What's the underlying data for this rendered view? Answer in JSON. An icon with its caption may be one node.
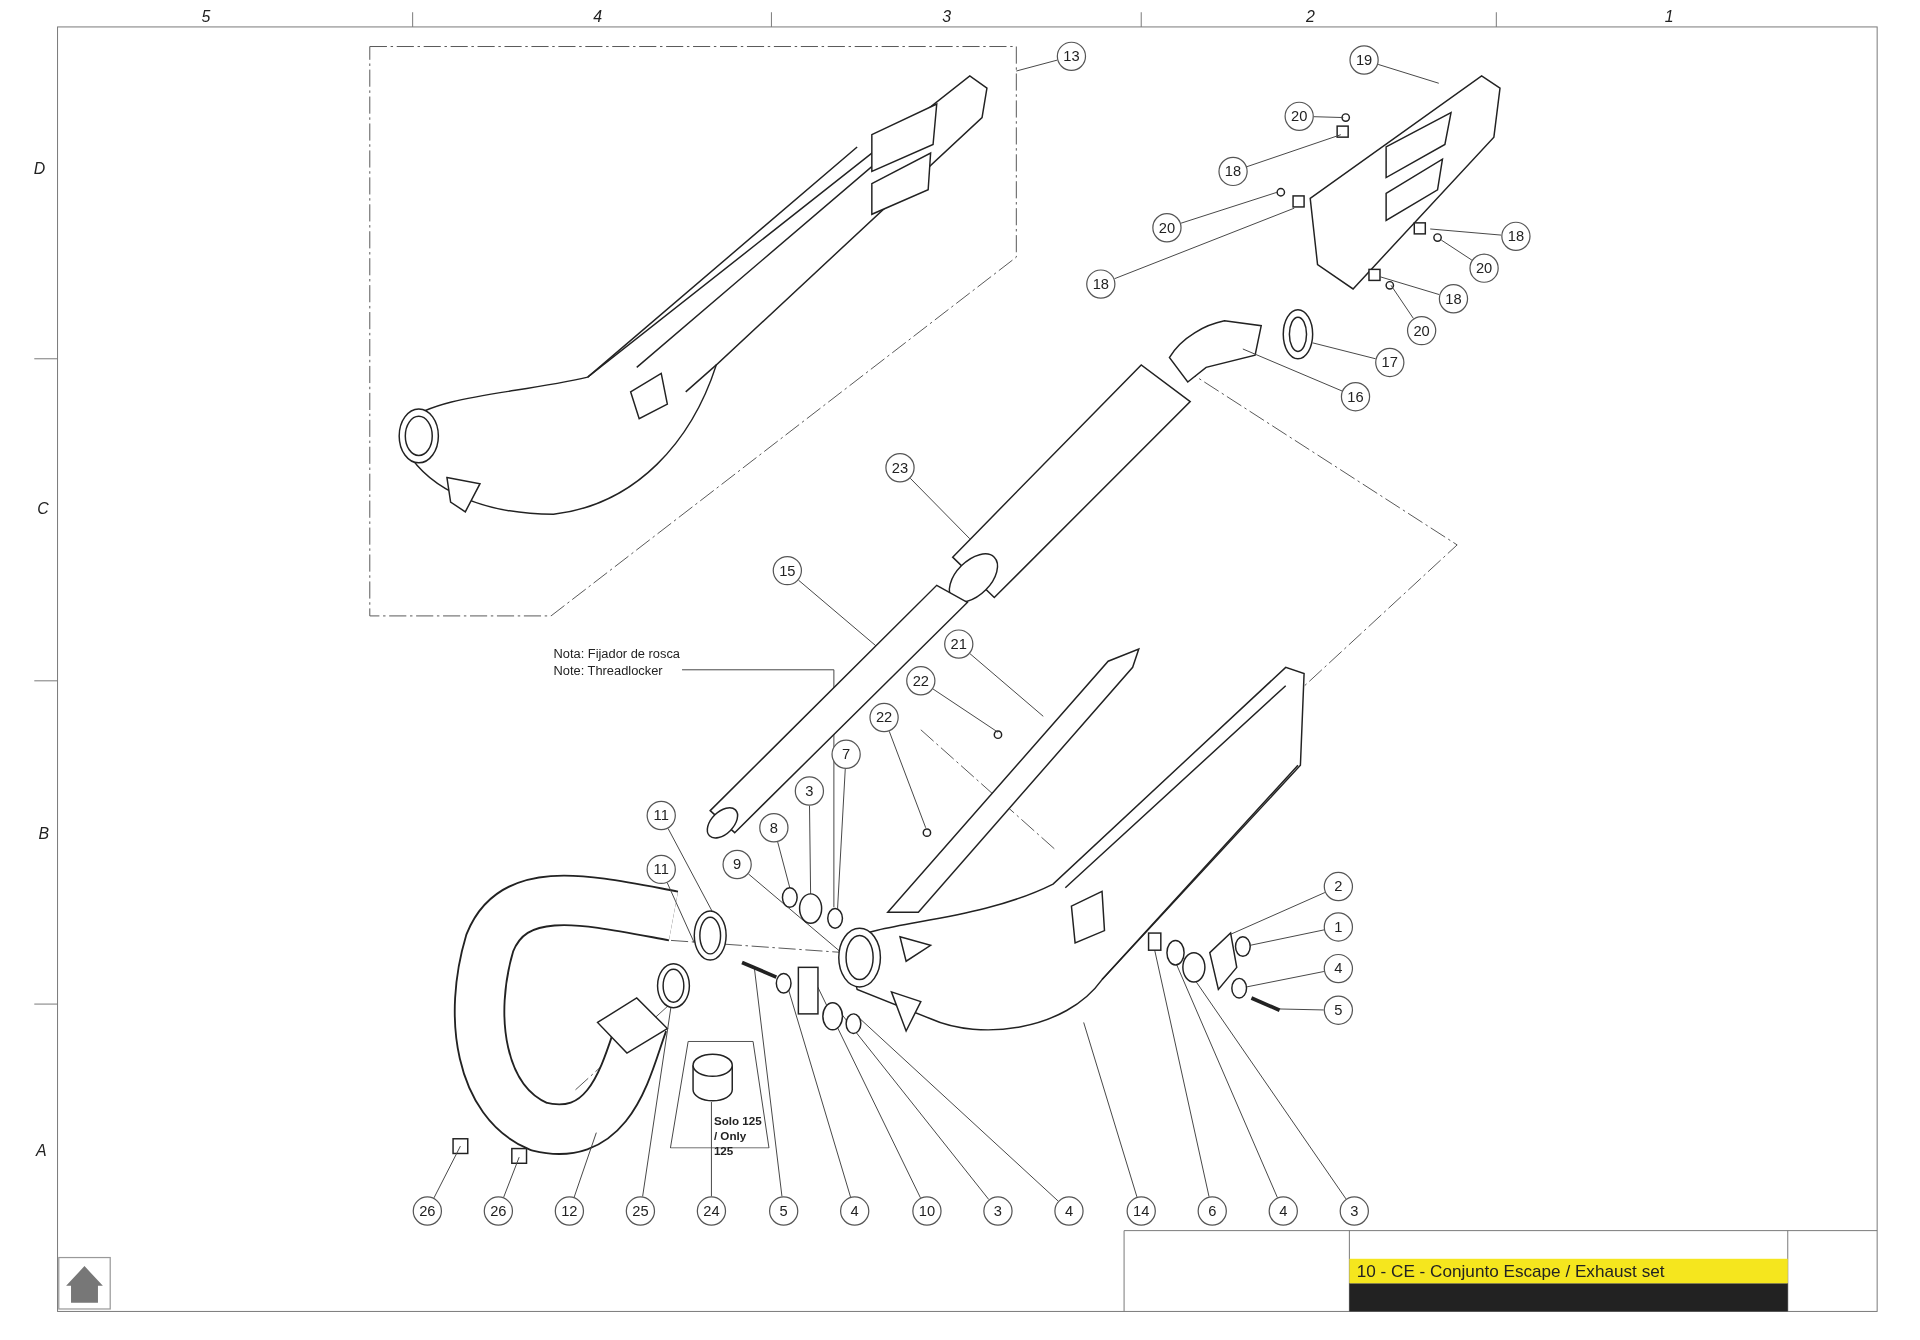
{
  "diagram": {
    "title": "10 - CE - Conjunto Escape / Exhaust set",
    "nodes": [
      {
        "text": [
          "13"
        ]
      },
      {
        "text": [
          "19"
        ]
      },
      {
        "text": [
          "20"
        ]
      },
      {
        "text": [
          "18"
        ]
      },
      {
        "text": [
          "20"
        ]
      },
      {
        "text": [
          "18"
        ]
      },
      {
        "text": [
          "20"
        ]
      },
      {
        "text": [
          "18"
        ]
      },
      {
        "text": [
          "18"
        ]
      },
      {
        "text": [
          "20"
        ]
      },
      {
        "text": [
          "17"
        ]
      },
      {
        "text": [
          "16"
        ]
      },
      {
        "text": [
          "23"
        ]
      },
      {
        "text": [
          "15"
        ]
      },
      {
        "text": [
          "21"
        ]
      },
      {
        "text": [
          "Nota: Fijador de rosca",
          "Note: Threadlocker"
        ]
      },
      {
        "text": [
          "22"
        ]
      },
      {
        "text": [
          "22"
        ]
      },
      {
        "text": [
          "7"
        ]
      },
      {
        "text": [
          "3"
        ]
      },
      {
        "text": [
          "11"
        ]
      },
      {
        "text": [
          "8"
        ]
      },
      {
        "text": [
          "9"
        ]
      },
      {
        "text": [
          "11"
        ]
      },
      {
        "text": [
          "2"
        ]
      },
      {
        "text": [
          "1"
        ]
      },
      {
        "text": [
          "4"
        ]
      },
      {
        "text": [
          "5"
        ]
      },
      {
        "text": [
          "Solo 125 / Only 125"
        ]
      },
      {
        "text": [
          "26"
        ]
      },
      {
        "text": [
          "26"
        ]
      },
      {
        "text": [
          "12"
        ]
      },
      {
        "text": [
          "25"
        ]
      },
      {
        "text": [
          "24"
        ]
      },
      {
        "text": [
          "5"
        ]
      },
      {
        "text": [
          "4"
        ]
      },
      {
        "text": [
          "10"
        ]
      },
      {
        "text": [
          "3"
        ]
      },
      {
        "text": [
          "4"
        ]
      },
      {
        "text": [
          "14"
        ]
      },
      {
        "text": [
          "6"
        ]
      },
      {
        "text": [
          "4"
        ]
      },
      {
        "text": [
          "3"
        ]
      },
      {
        "text": [],
        "shape": "picture"
      },
      {
        "text": [],
        "shape": "circle"
      },
      {
        "text": [],
        "shape": "circle"
      },
      {
        "text": [],
        "shape": "circle"
      },
      {
        "text": [],
        "shape": "picture"
      },
      {
        "text": [],
        "shape": "cylinder",
        "in": 28
      },
      {
        "text": [],
        "shape": "box"
      },
      {
        "text": [],
        "shape": "circle"
      },
      {
        "text": [],
        "shape": "circle"
      },
      {
        "text": [],
        "shape": "circle"
      },
      {
        "text": [],
        "shape": "picture"
      },
      {
        "text": [],
        "shape": "circle"
      },
      {
        "text": [],
        "shape": "circle"
      },
      {
        "text": [],
        "shape": "circle"
      },
      {
        "text": [],
        "shape": "box"
      },
      {
        "text": [],
        "shape": "circle"
      },
      {
        "text": [],
        "shape": "circle"
      },
      {
        "text": [],
        "shape": "picture"
      },
      {
        "text": [],
        "shape": "circle"
      },
      {
        "text": [],
        "shape": "circle"
      }
    ],
    "edges": [
      {
        "from": 0,
        "to": null,
        "arrow": "none"
      },
      {
        "from": 1,
        "to": null,
        "arrow": "none"
      },
      {
        "from": 2,
        "to": null,
        "arrow": "none"
      },
      {
        "from": 3,
        "to": null,
        "arrow": "none"
      },
      {
        "from": 4,
        "to": null,
        "arrow": "none"
      },
      {
        "from": 5,
        "to": null,
        "arrow": "none"
      },
      {
        "from": 6,
        "to": null,
        "arrow": "none"
      },
      {
        "from": 7,
        "to": null,
        "arrow": "none"
      },
      {
        "from": 8,
        "to": null,
        "arrow": "none"
      },
      {
        "from": 9,
        "to": null,
        "arrow": "none"
      },
      {
        "from": 10,
        "to": null,
        "arrow": "none"
      },
      {
        "from": 11,
        "to": null,
        "arrow": "none"
      },
      {
        "from": 12,
        "to": null,
        "arrow": "none"
      },
      {
        "from": 13,
        "to": 43,
        "arrow": "none"
      },
      {
        "from": 14,
        "to": null,
        "arrow": "none"
      },
      {
        "from": 15,
        "to": 44,
        "arrow": "none"
      },
      {
        "from": 16,
        "to": null,
        "arrow": "none"
      },
      {
        "from": 17,
        "to": null,
        "arrow": "none"
      },
      {
        "from": 18,
        "to": 44,
        "arrow": "none"
      },
      {
        "from": 19,
        "to": 45,
        "arrow": "none"
      },
      {
        "from": 20,
        "to": 51,
        "arrow": "none"
      },
      {
        "from": 21,
        "to": 50,
        "arrow": "none"
      },
      {
        "from": 22,
        "to": 46,
        "arrow": "none"
      },
      {
        "from": 23,
        "to": 51,
        "arrow": "none"
      },
      {
        "from": 24,
        "to": 60,
        "arrow": "none"
      },
      {
        "from": 25,
        "to": 61,
        "arrow": "none"
      },
      {
        "from": 26,
        "to": 62,
        "arrow": "none"
      },
      {
        "from": 27,
        "to": 47,
        "arrow": "none"
      },
      {
        "from": 29,
        "to": null,
        "arrow": "none"
      },
      {
        "from": 30,
        "to": null,
        "arrow": "none"
      },
      {
        "from": 31,
        "to": null,
        "arrow": "none"
      },
      {
        "from": 32,
        "to": 52,
        "arrow": "none"
      },
      {
        "from": 33,
        "to": 48,
        "arrow": "none"
      },
      {
        "from": 34,
        "to": 53,
        "arrow": "none"
      },
      {
        "from": 35,
        "to": 54,
        "arrow": "none"
      },
      {
        "from": 36,
        "to": 49,
        "arrow": "none"
      },
      {
        "from": 37,
        "to": 55,
        "arrow": "none"
      },
      {
        "from": 38,
        "to": 56,
        "arrow": "none"
      },
      {
        "from": 39,
        "to": null,
        "arrow": "none"
      },
      {
        "from": 40,
        "to": 57,
        "arrow": "none"
      },
      {
        "from": 41,
        "to": 58,
        "arrow": "none"
      },
      {
        "from": 42,
        "to": 59,
        "arrow": "none"
      }
    ],
    "labels": [
      "5",
      "4",
      "3",
      "2",
      "1",
      "D",
      "C",
      "B",
      "A"
    ]
  }
}
